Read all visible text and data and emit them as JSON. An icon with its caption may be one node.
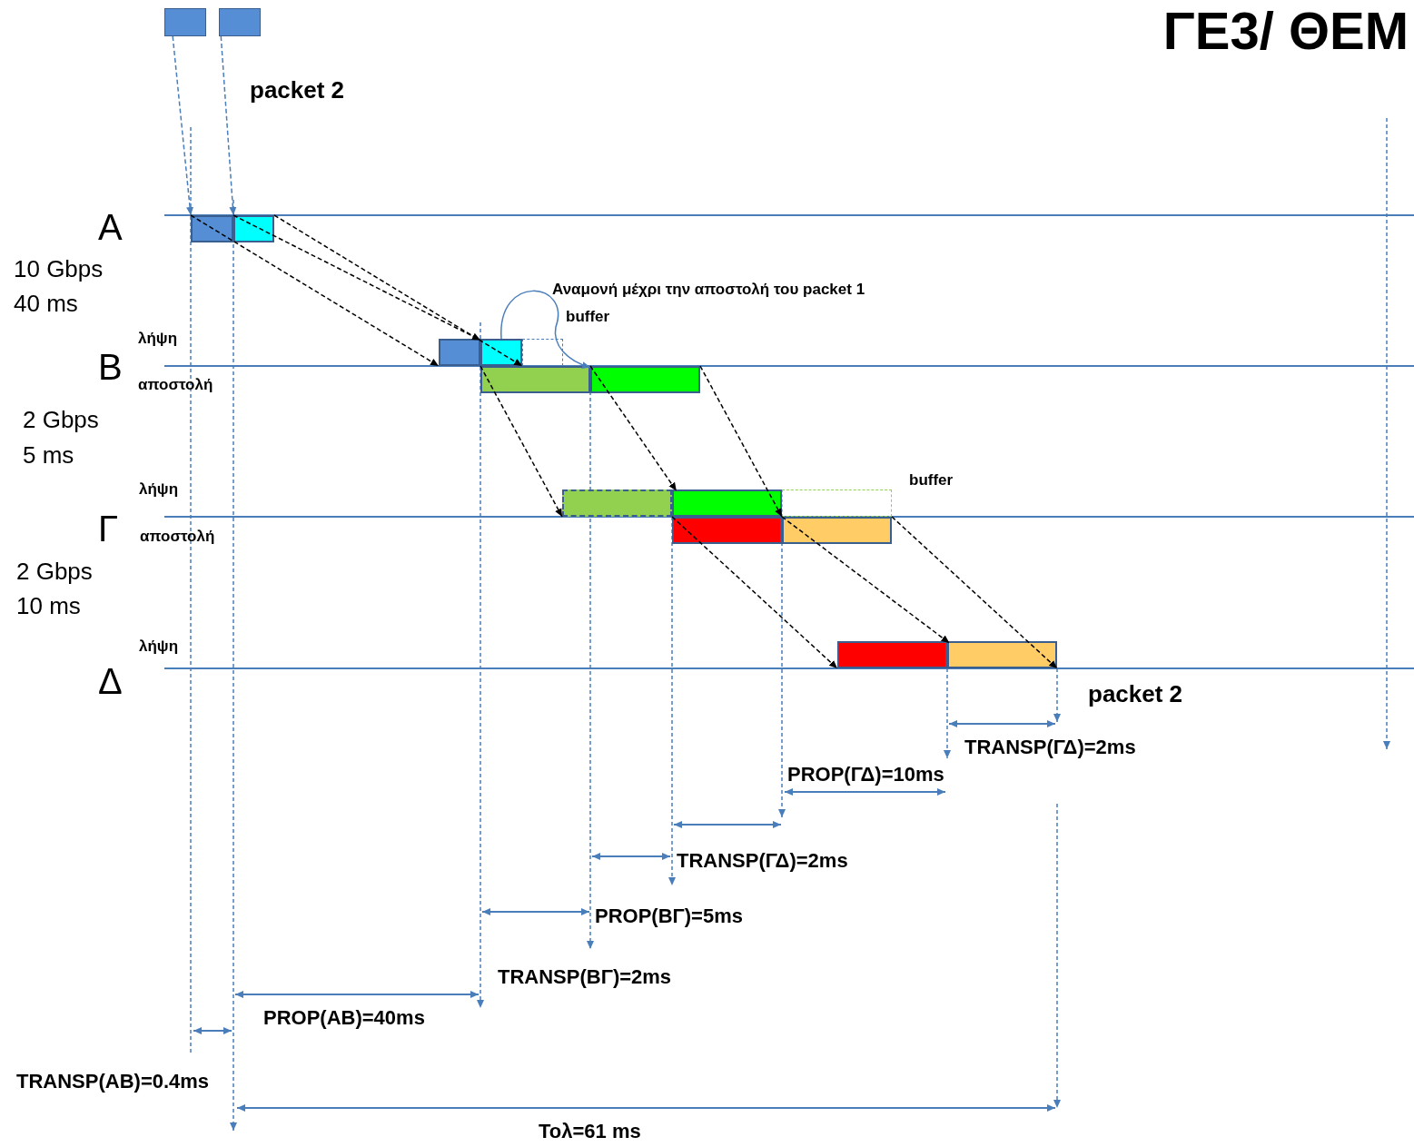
{
  "diagram": {
    "title": "ΓΕ3/ ΘΕΜ",
    "nodes": [
      {
        "text": [],
        "shape": "box"
      },
      {
        "text": [],
        "shape": "box"
      },
      {
        "text": [],
        "shape": "bar"
      },
      {
        "text": [],
        "shape": "bar"
      },
      {
        "text": [],
        "shape": "bar"
      },
      {
        "text": [],
        "shape": "bar"
      },
      {
        "text": [],
        "shape": "box"
      },
      {
        "text": [],
        "shape": "bar"
      },
      {
        "text": [],
        "shape": "bar"
      },
      {
        "text": [],
        "shape": "bar"
      },
      {
        "text": [],
        "shape": "bar"
      },
      {
        "text": [],
        "shape": "box"
      },
      {
        "text": [],
        "shape": "bar"
      },
      {
        "text": [],
        "shape": "bar"
      },
      {
        "text": [],
        "shape": "bar"
      },
      {
        "text": [],
        "shape": "bar"
      }
    ],
    "edges": [
      {
        "from": 0,
        "to": 2,
        "arrow": "to",
        "style": "dashed",
        "color": "#4a7ebb"
      },
      {
        "from": 1,
        "to": 3,
        "arrow": "to",
        "style": "dashed",
        "color": "#4a7ebb"
      },
      {
        "from": 2,
        "to": 4,
        "arrow": "to",
        "style": "dashed"
      },
      {
        "from": 3,
        "to": 5,
        "arrow": "to",
        "style": "dashed"
      },
      {
        "from": 3,
        "to": 5,
        "arrow": "to",
        "style": "dashed"
      },
      {
        "from": 5,
        "to": 8,
        "arrow": "to",
        "color": "#4a7ebb"
      },
      {
        "from": 7,
        "to": 9,
        "arrow": "to",
        "style": "dashed"
      },
      {
        "from": 8,
        "to": 10,
        "arrow": "to",
        "style": "dashed"
      },
      {
        "from": 8,
        "to": 10,
        "arrow": "to",
        "style": "dashed"
      },
      {
        "from": 12,
        "to": 14,
        "arrow": "to",
        "style": "dashed"
      },
      {
        "from": 13,
        "to": 15,
        "arrow": "to",
        "style": "dashed"
      },
      {
        "from": 13,
        "to": 15,
        "arrow": "to",
        "style": "dashed"
      }
    ],
    "labels": [
      "packet 2",
      "A",
      "10 Gbps",
      "40 ms",
      "Αναμονή μέχρι την αποστολή του packet 1",
      "buffer",
      "λήψη",
      "B",
      "αποστολή",
      "2 Gbps",
      "5 ms",
      "buffer",
      "λήψη",
      "Γ",
      "αποστολή",
      "2 Gbps",
      "10 ms",
      "λήψη",
      "Δ",
      "packet 2",
      "TRANSP(ΓΔ)=2ms",
      "PROP(ΓΔ)=10ms",
      "TRANSP(ΓΔ)=2ms",
      "PROP(ΒΓ)=5ms",
      "TRANSP(ΒΓ)=2ms",
      "PROP(AB)=40ms",
      "TRANSP(AB)=0.4ms",
      "Τολ=61 ms"
    ]
  }
}
